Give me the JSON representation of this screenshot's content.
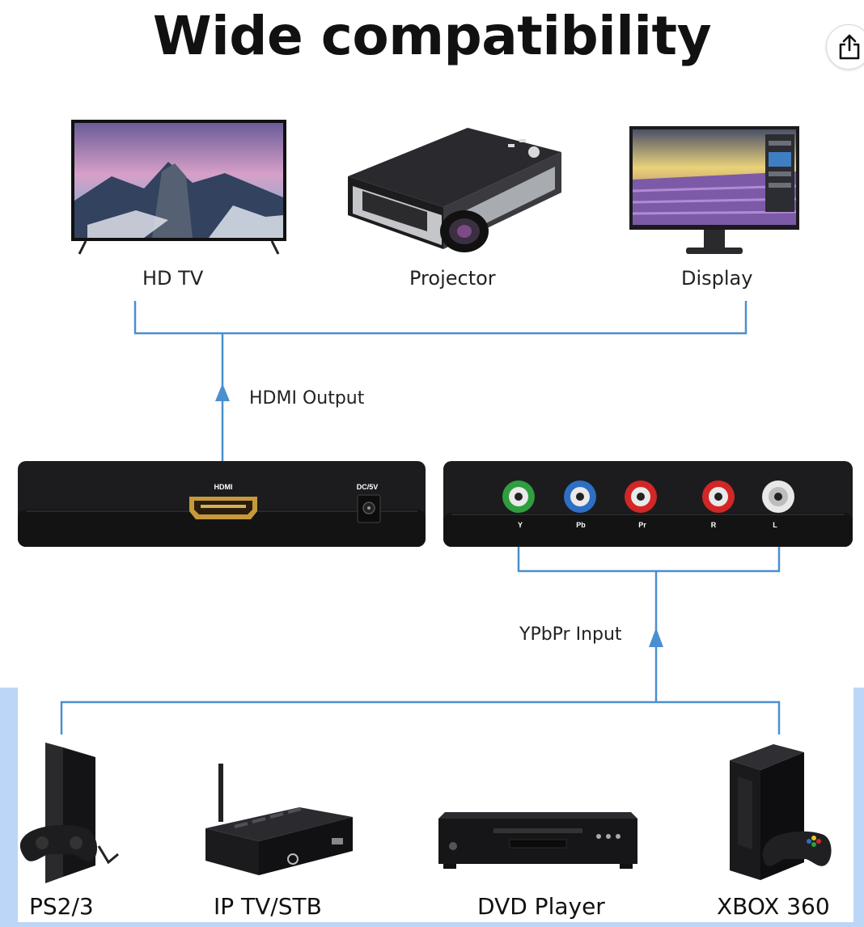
{
  "title": "Wide compatibility",
  "output_devices": [
    {
      "label": "HD TV",
      "icon": "hd-tv-icon"
    },
    {
      "label": "Projector",
      "icon": "projector-icon"
    },
    {
      "label": "Display",
      "icon": "monitor-display-icon"
    }
  ],
  "connections": {
    "hdmi_output": "HDMI Output",
    "ypbpr_input": "YPbPr Input"
  },
  "converter": {
    "front_ports": [
      "HDMI",
      "DC/5V"
    ],
    "back_ports": [
      "Y",
      "Pb",
      "Pr",
      "R",
      "L"
    ]
  },
  "input_devices": [
    {
      "label": "PS2/3",
      "icon": "ps2-console-icon"
    },
    {
      "label": "IP TV/STB",
      "icon": "set-top-box-icon"
    },
    {
      "label": "DVD Player",
      "icon": "dvd-player-icon"
    },
    {
      "label": "XBOX 360",
      "icon": "xbox-360-icon"
    }
  ],
  "colors": {
    "connector_line": "#4a8fd0",
    "side_highlight": "#bcd6f7",
    "port_y": "#2e9e3e",
    "port_pb": "#2c6fc4",
    "port_pr": "#d32626",
    "port_r": "#d32626",
    "port_l": "#e8e8e8"
  },
  "share_button": {
    "icon": "share-icon"
  }
}
